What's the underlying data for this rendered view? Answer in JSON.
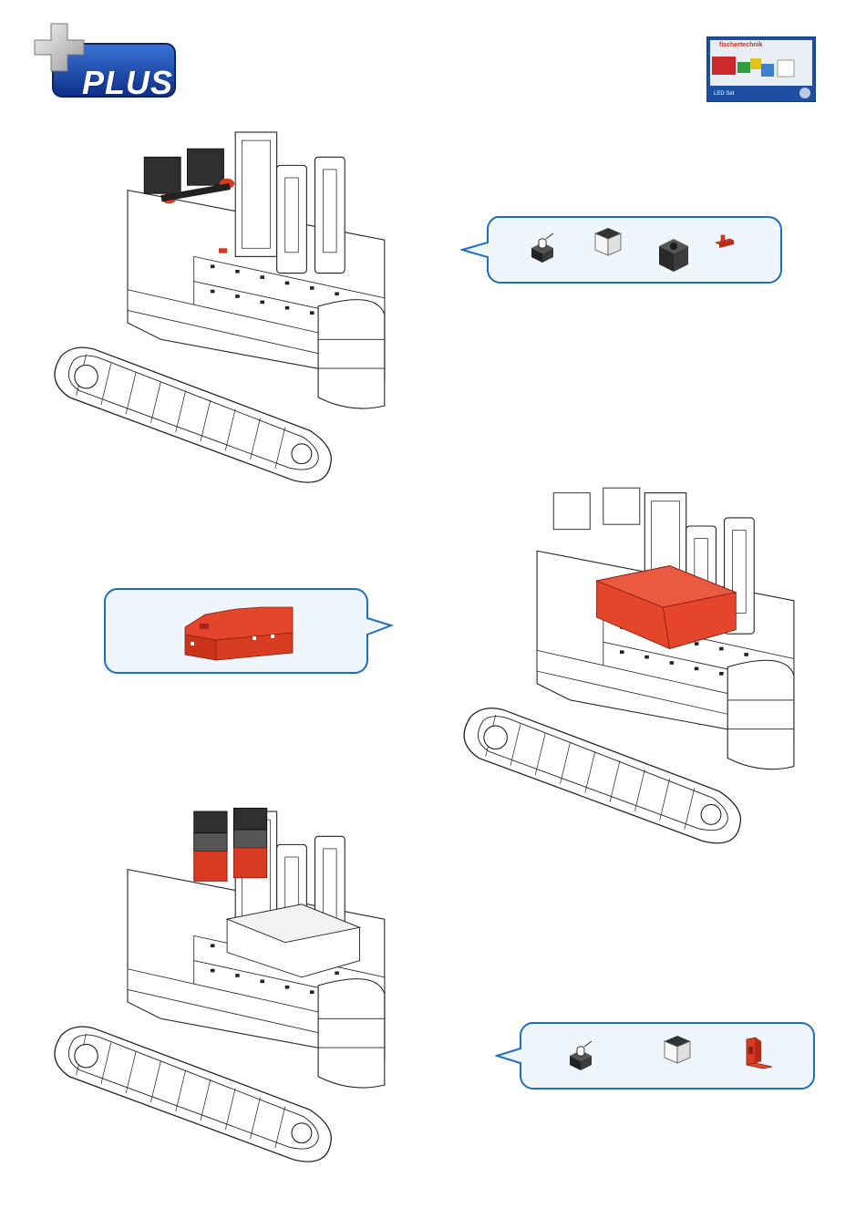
{
  "logo": {
    "text": "PLUS"
  },
  "kit_box": {
    "brand": "fischertechnik",
    "title": "LED Set"
  },
  "colors": {
    "accent_red": "#d93a22",
    "bubble_border": "#1f6fc0",
    "bubble_fill": "#eef5fb",
    "logo_blue": "#123f9c",
    "part_gray": "#404040"
  },
  "icons": {
    "step1_parts": [
      "led-lamp-holder-icon",
      "white-building-block-icon",
      "black-building-block-icon",
      "red-connector-plug-icon"
    ],
    "step2_parts": [
      "red-battery-box-icon"
    ],
    "step3_parts": [
      "led-lamp-holder-icon",
      "white-building-block-icon",
      "red-angle-block-icon"
    ]
  }
}
